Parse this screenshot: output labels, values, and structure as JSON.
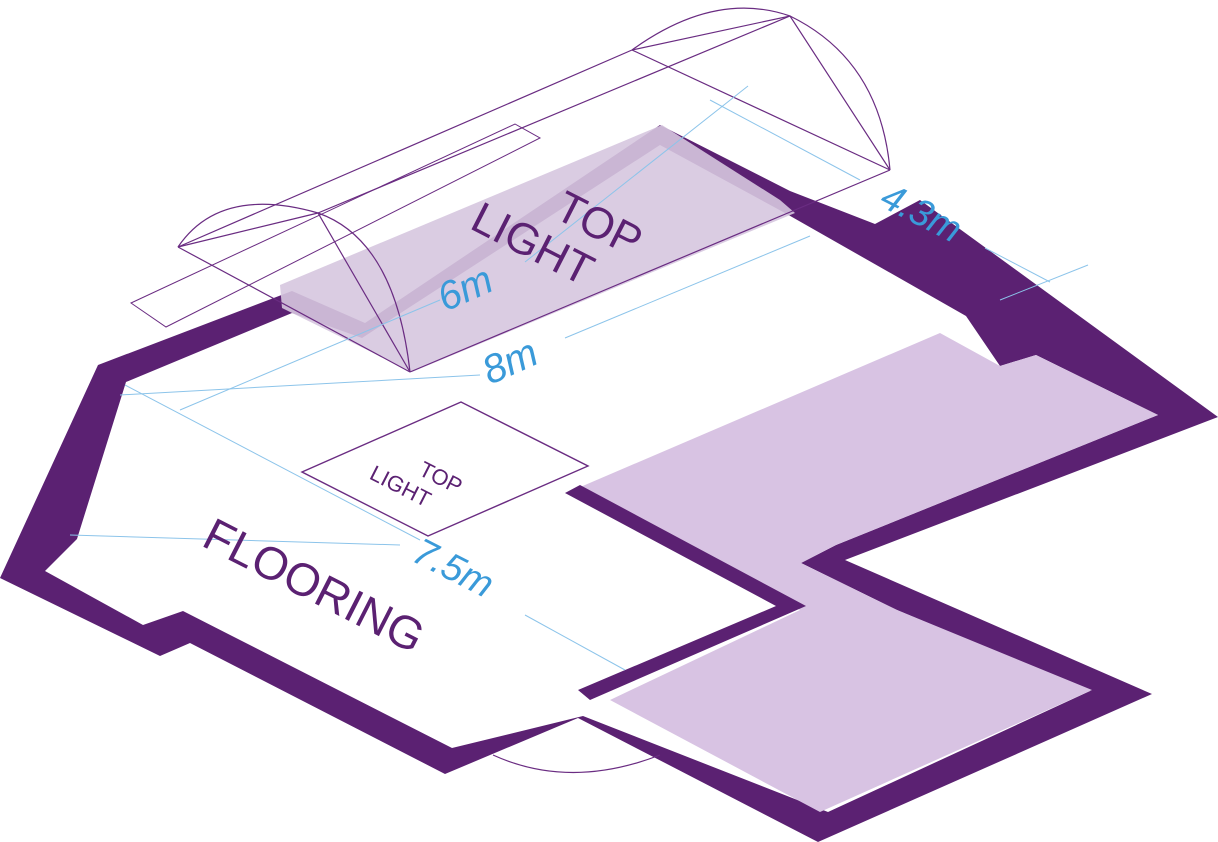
{
  "labels": {
    "top_light_large": [
      "TOP",
      "LIGHT"
    ],
    "top_light_small": [
      "TOP",
      "LIGHT"
    ],
    "flooring": "FLOORING"
  },
  "dimensions": {
    "inner_length": "6m",
    "outer_length": "8m",
    "width": "4.3m",
    "floor_length": "7.5m"
  },
  "colors": {
    "wall": "#5b2172",
    "fill_light": "#d8c3e3",
    "outline": "#6a2c82",
    "dimension": "#3a9ad9",
    "dimension_line": "#8cc4ea"
  }
}
